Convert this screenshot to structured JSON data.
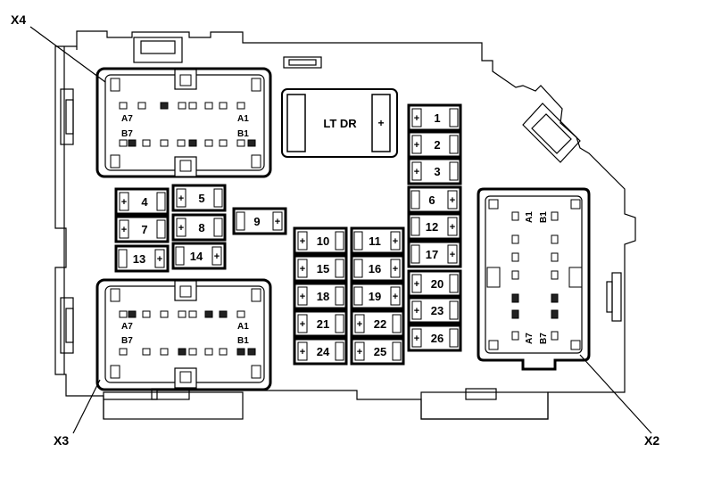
{
  "callouts": {
    "x4": "X4",
    "x3": "X3",
    "x2": "X2"
  },
  "relay": {
    "label": "LT DR",
    "terminal": "+"
  },
  "plus_sign": "+",
  "fuses": [
    {
      "id": "1",
      "label": "1",
      "plus": "left"
    },
    {
      "id": "2",
      "label": "2",
      "plus": "left"
    },
    {
      "id": "3",
      "label": "3",
      "plus": "left"
    },
    {
      "id": "4",
      "label": "4",
      "plus": "left"
    },
    {
      "id": "5",
      "label": "5",
      "plus": "left"
    },
    {
      "id": "6",
      "label": "6",
      "plus": "right"
    },
    {
      "id": "7",
      "label": "7",
      "plus": "left"
    },
    {
      "id": "8",
      "label": "8",
      "plus": "left"
    },
    {
      "id": "9",
      "label": "9",
      "plus": "right"
    },
    {
      "id": "10",
      "label": "10",
      "plus": "left"
    },
    {
      "id": "11",
      "label": "11",
      "plus": "right"
    },
    {
      "id": "12",
      "label": "12",
      "plus": "right"
    },
    {
      "id": "13",
      "label": "13",
      "plus": "right"
    },
    {
      "id": "14",
      "label": "14",
      "plus": "right"
    },
    {
      "id": "15",
      "label": "15",
      "plus": "left"
    },
    {
      "id": "16",
      "label": "16",
      "plus": "right"
    },
    {
      "id": "17",
      "label": "17",
      "plus": "right"
    },
    {
      "id": "18",
      "label": "18",
      "plus": "left"
    },
    {
      "id": "19",
      "label": "19",
      "plus": "right"
    },
    {
      "id": "20",
      "label": "20",
      "plus": "left"
    },
    {
      "id": "21",
      "label": "21",
      "plus": "left"
    },
    {
      "id": "22",
      "label": "22",
      "plus": "left"
    },
    {
      "id": "23",
      "label": "23",
      "plus": "left"
    },
    {
      "id": "24",
      "label": "24",
      "plus": "left"
    },
    {
      "id": "25",
      "label": "25",
      "plus": "left"
    },
    {
      "id": "26",
      "label": "26",
      "plus": "left"
    }
  ],
  "connector_x4": {
    "pin_a7": "A7",
    "pin_b7": "B7",
    "pin_a1": "A1",
    "pin_b1": "B1"
  },
  "connector_x3": {
    "pin_a7": "A7",
    "pin_b7": "B7",
    "pin_a1": "A1",
    "pin_b1": "B1"
  },
  "connector_x2": {
    "pin_a1": "A1",
    "pin_b1": "B1",
    "pin_a7": "A7",
    "pin_b7": "B7"
  }
}
